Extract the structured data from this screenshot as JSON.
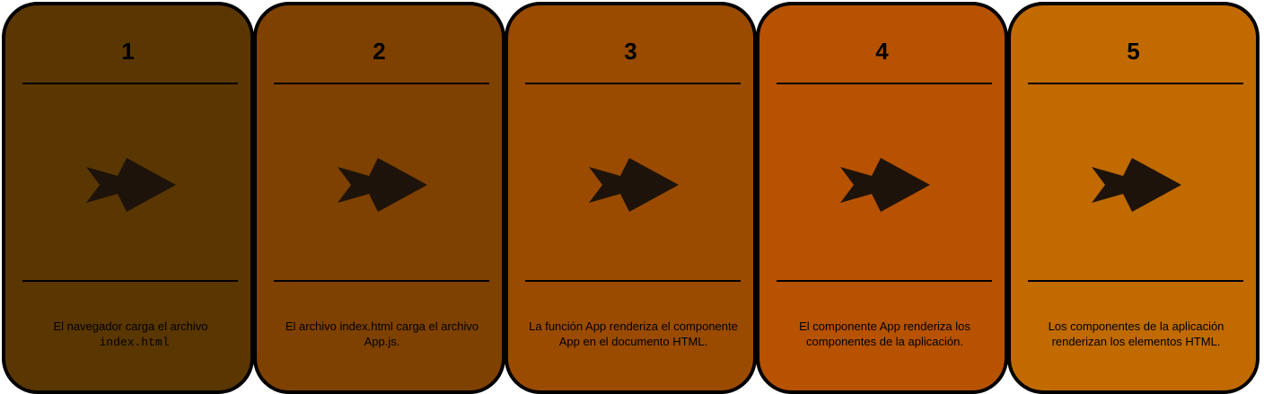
{
  "steps": [
    {
      "number": "1",
      "text": "El navegador carga el archivo",
      "code": "index.html",
      "color": "#5a3700"
    },
    {
      "number": "2",
      "text": "El archivo index.html carga el archivo App.js.",
      "color": "#7e4100"
    },
    {
      "number": "3",
      "text": "La función App renderiza el componente App en el documento HTML.",
      "color": "#9a4b00"
    },
    {
      "number": "4",
      "text": "El componente App renderiza los componentes de la aplicación.",
      "color": "#b65200"
    },
    {
      "number": "5",
      "text": "Los componentes de la aplicación renderizan los elementos HTML.",
      "color": "#c06a00"
    }
  ],
  "icons": {
    "arrow": "arrow-right-icon",
    "arrow_color": "#1e130a"
  }
}
